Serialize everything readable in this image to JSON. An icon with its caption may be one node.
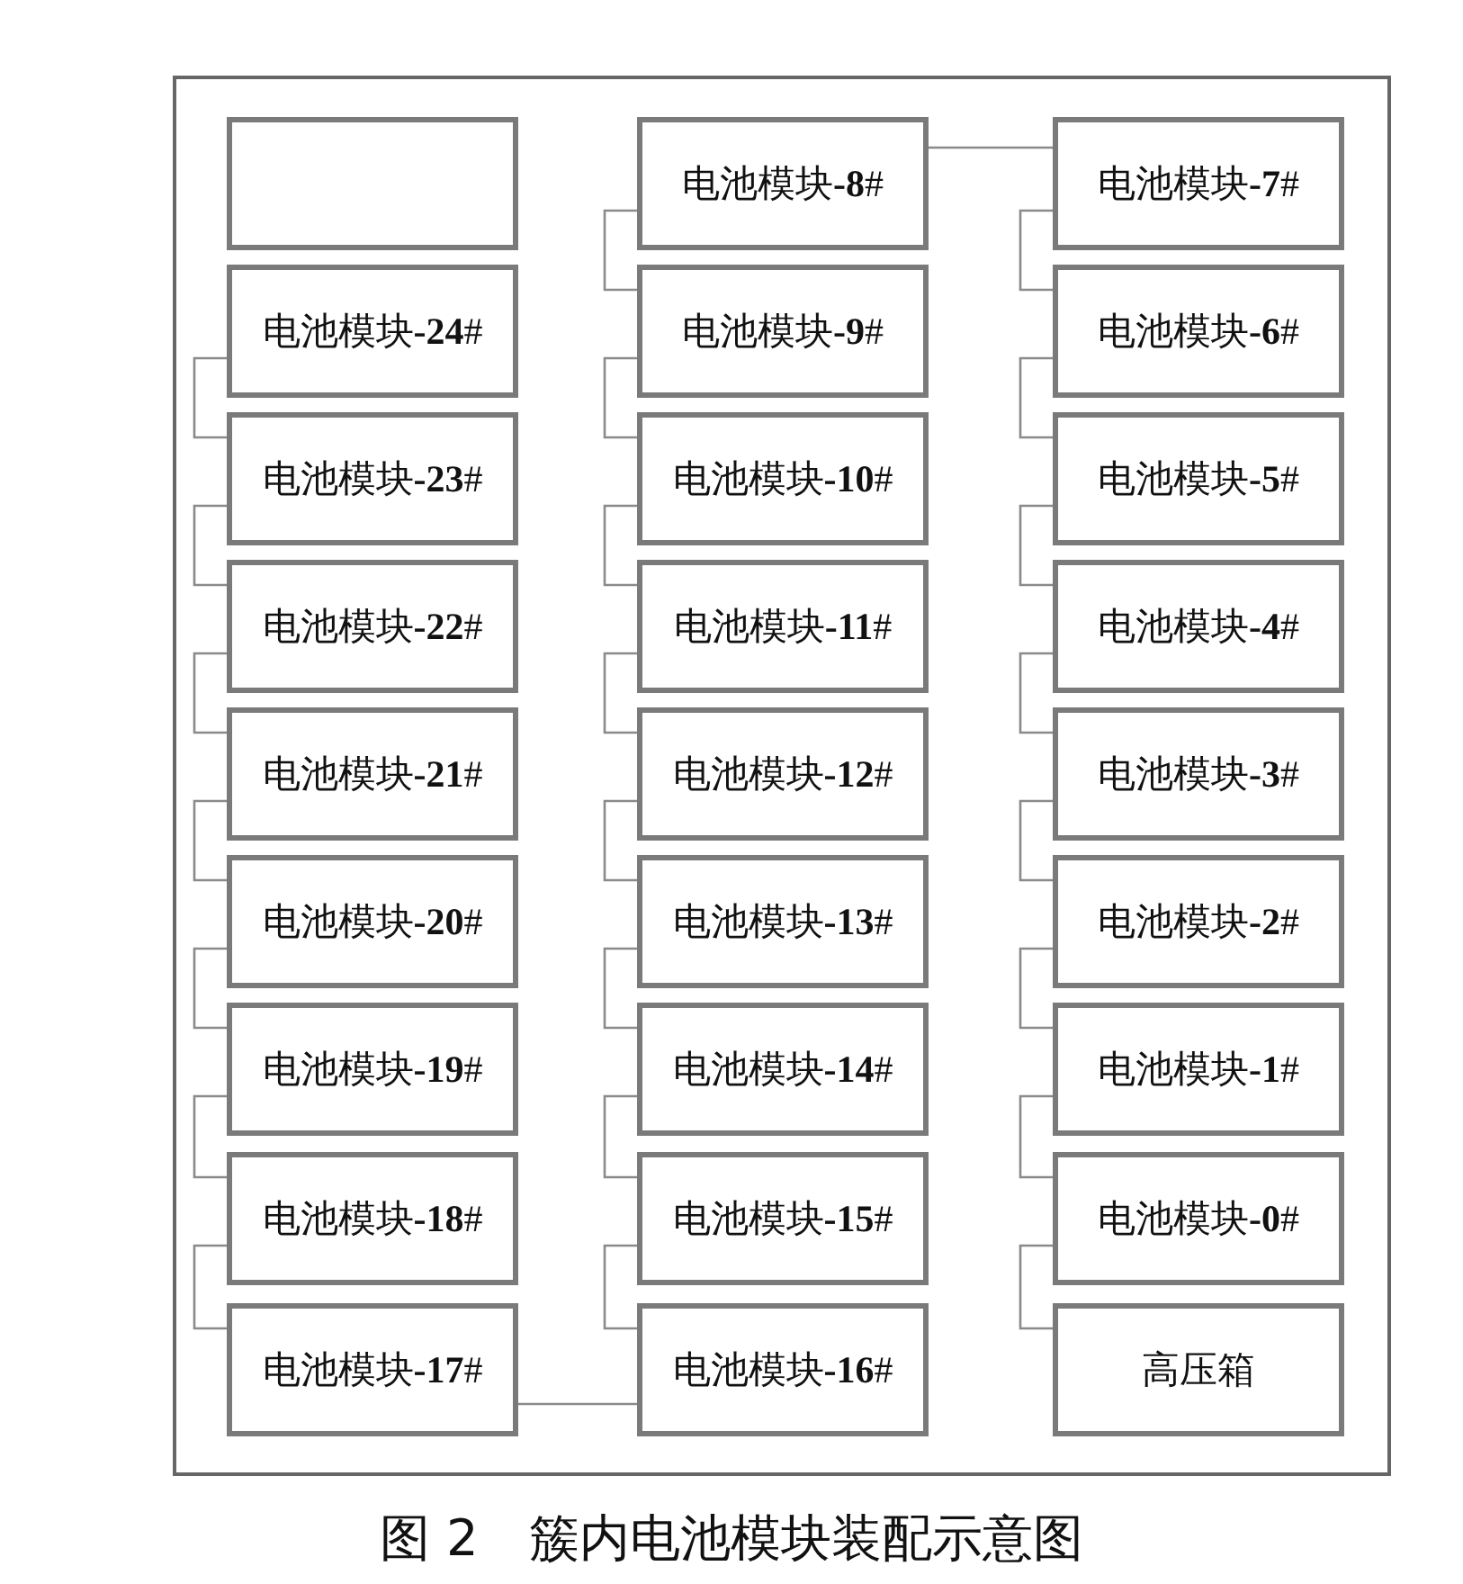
{
  "diagram": {
    "caption": "图 2　簇内电池模块装配示意图",
    "nodes": [
      {
        "text": [],
        "shape": "box"
      },
      {
        "text": [
          "电池模块**-8**#"
        ]
      },
      {
        "text": [
          "电池模块**-7**#"
        ]
      },
      {
        "text": [
          "电池模块**-24**#"
        ]
      },
      {
        "text": [
          "电池模块**-9**#"
        ]
      },
      {
        "text": [
          "电池模块**-6**#"
        ]
      },
      {
        "text": [
          "电池模块**-23**#"
        ]
      },
      {
        "text": [
          "电池模块**-10**#"
        ]
      },
      {
        "text": [
          "电池模块**-5**#"
        ]
      },
      {
        "text": [
          "电池模块**-22**#"
        ]
      },
      {
        "text": [
          "电池模块**-11**#"
        ]
      },
      {
        "text": [
          "电池模块**-4**#"
        ]
      },
      {
        "text": [
          "电池模块**-21**#"
        ]
      },
      {
        "text": [
          "电池模块**-12**#"
        ]
      },
      {
        "text": [
          "电池模块**-3**#"
        ]
      },
      {
        "text": [
          "电池模块**-20**#"
        ]
      },
      {
        "text": [
          "电池模块**-13**#"
        ]
      },
      {
        "text": [
          "电池模块**-2**#"
        ]
      },
      {
        "text": [
          "电池模块**-19**#"
        ]
      },
      {
        "text": [
          "电池模块**-14**#"
        ]
      },
      {
        "text": [
          "电池模块**-1**#"
        ]
      },
      {
        "text": [
          "电池模块**-18**#"
        ]
      },
      {
        "text": [
          "电池模块**-15**#"
        ]
      },
      {
        "text": [
          "电池模块**-0**#"
        ]
      },
      {
        "text": [
          "电池模块**-17**#"
        ]
      },
      {
        "text": [
          "电池模块**-16**#"
        ]
      },
      {
        "text": [
          "高压箱"
        ]
      }
    ],
    "edges": [
      {
        "from": 26,
        "to": 23,
        "arrow": "none"
      },
      {
        "from": 23,
        "to": 20,
        "arrow": "none"
      },
      {
        "from": 20,
        "to": 17,
        "arrow": "none"
      },
      {
        "from": 17,
        "to": 14,
        "arrow": "none"
      },
      {
        "from": 14,
        "to": 11,
        "arrow": "none"
      },
      {
        "from": 11,
        "to": 8,
        "arrow": "none"
      },
      {
        "from": 8,
        "to": 5,
        "arrow": "none"
      },
      {
        "from": 5,
        "to": 2,
        "arrow": "none"
      },
      {
        "from": 2,
        "to": 1,
        "arrow": "none"
      },
      {
        "from": 1,
        "to": 4,
        "arrow": "none"
      },
      {
        "from": 4,
        "to": 7,
        "arrow": "none"
      },
      {
        "from": 7,
        "to": 10,
        "arrow": "none"
      },
      {
        "from": 10,
        "to": 13,
        "arrow": "none"
      },
      {
        "from": 13,
        "to": 16,
        "arrow": "none"
      },
      {
        "from": 16,
        "to": 19,
        "arrow": "none"
      },
      {
        "from": 19,
        "to": 22,
        "arrow": "none"
      },
      {
        "from": 22,
        "to": 25,
        "arrow": "none"
      },
      {
        "from": 25,
        "to": 24,
        "arrow": "none"
      },
      {
        "from": 24,
        "to": 21,
        "arrow": "none"
      },
      {
        "from": 21,
        "to": 18,
        "arrow": "none"
      },
      {
        "from": 18,
        "to": 15,
        "arrow": "none"
      },
      {
        "from": 15,
        "to": 12,
        "arrow": "none"
      },
      {
        "from": 12,
        "to": 9,
        "arrow": "none"
      },
      {
        "from": 9,
        "to": 6,
        "arrow": "none"
      },
      {
        "from": 6,
        "to": 3,
        "arrow": "none"
      }
    ]
  }
}
